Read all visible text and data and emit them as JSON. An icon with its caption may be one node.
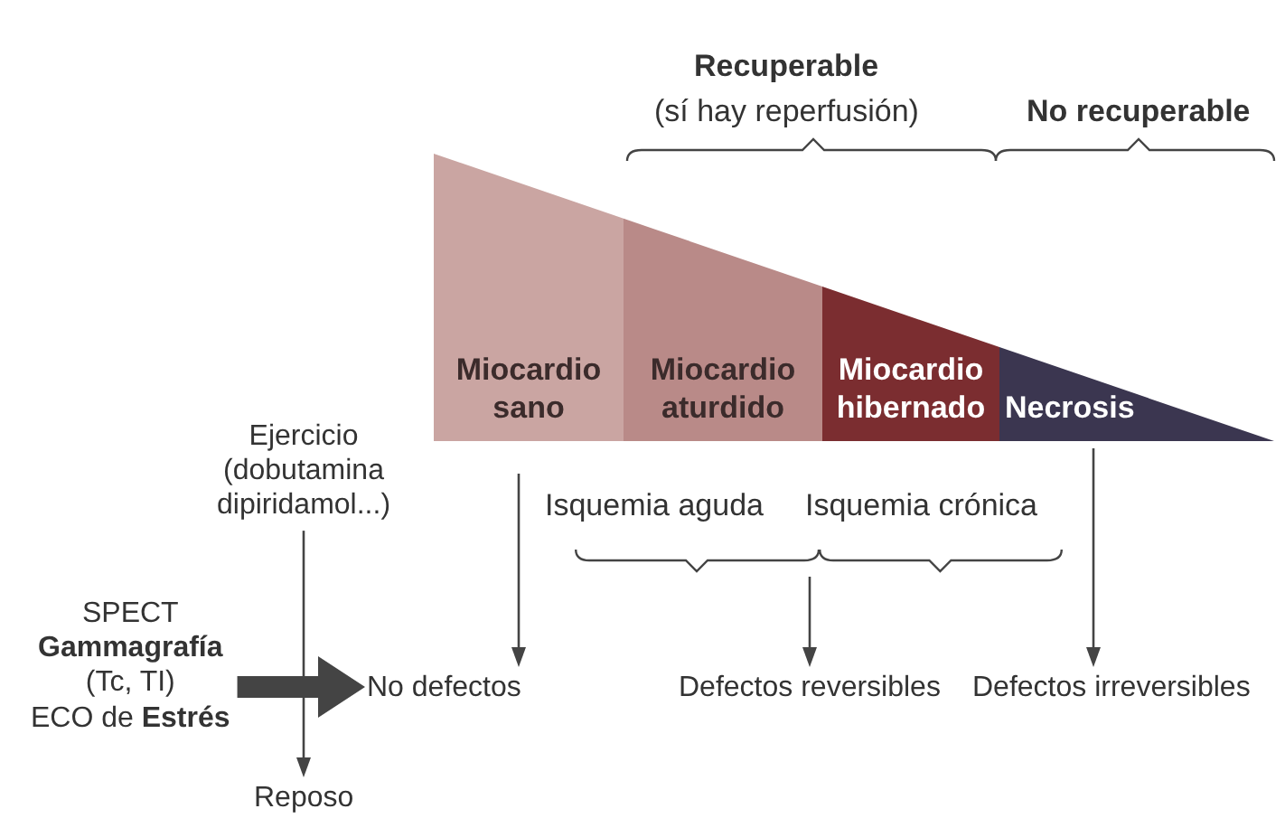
{
  "diagram": {
    "nodes": [
      {
        "text": [
          "Miocardio sano"
        ]
      },
      {
        "text": [
          "Miocardio aturdido"
        ]
      },
      {
        "text": [
          "Miocardio hibernado"
        ]
      },
      {
        "text": [
          "Necrosis"
        ]
      },
      {
        "text": [
          "Ejercicio (dobutamina dipiridamol...)"
        ]
      },
      {
        "text": [
          "Reposo"
        ]
      },
      {
        "text": [
          "SPECT",
          "Gammagrafía",
          "(Tc, TI)",
          "ECO de **Estrés**"
        ]
      },
      {
        "text": [
          "No defectos"
        ]
      },
      {
        "text": [
          "Defectos reversibles"
        ]
      },
      {
        "text": [
          "Defectos irreversibles"
        ]
      },
      {
        "text": [],
        "shape": "brace"
      }
    ],
    "edges": [
      {
        "from": 4,
        "to": 5,
        "arrow": "to"
      },
      {
        "from": 6,
        "to": 7,
        "arrow": "to",
        "style": "thick"
      },
      {
        "from": 0,
        "to": 7,
        "arrow": "to"
      },
      {
        "from": 10,
        "to": 8,
        "arrow": "to"
      },
      {
        "from": 3,
        "to": 9,
        "arrow": "to"
      }
    ],
    "labels": [
      "Recuperable",
      "(sí hay reperfusión)",
      "No recuperable",
      "Isquemia aguda",
      "Isquemia crónica"
    ]
  }
}
